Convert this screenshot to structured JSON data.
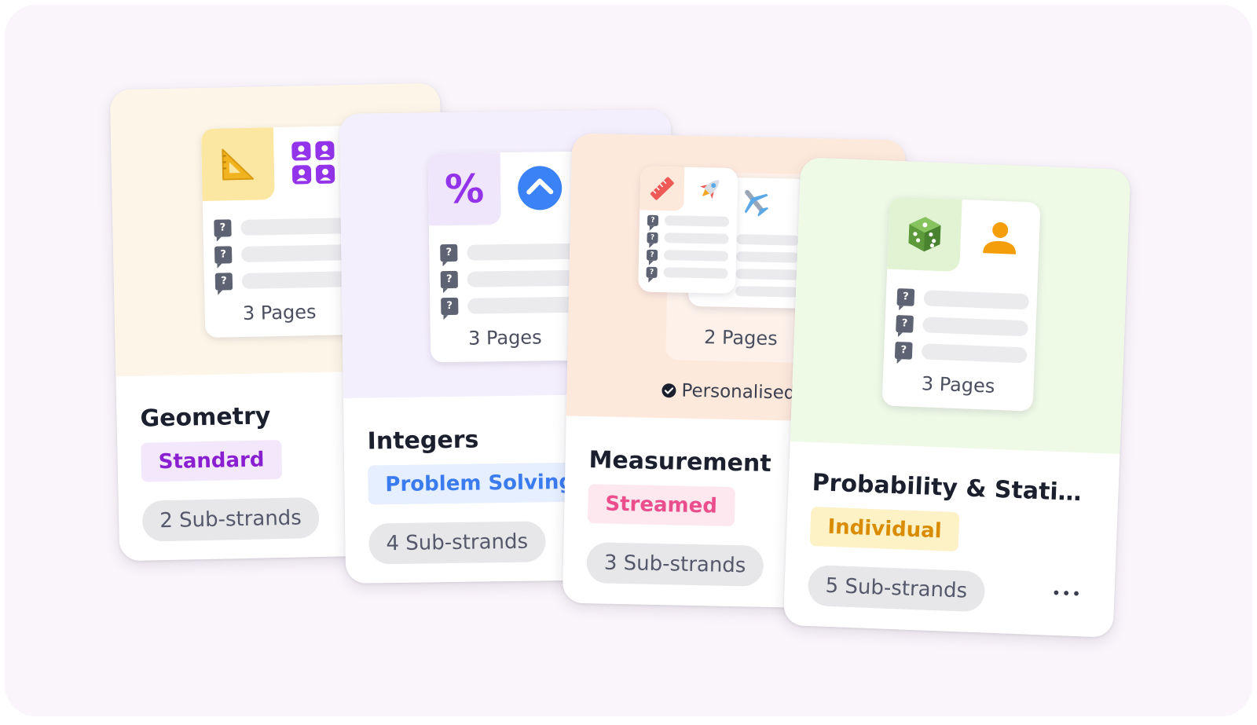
{
  "cards": [
    {
      "title": "Geometry",
      "tag": "Standard",
      "sub_strands": "2 Sub-strands",
      "pages": "3 Pages",
      "icons": [
        "set-square-icon",
        "group-icon"
      ]
    },
    {
      "title": "Integers",
      "tag": "Problem Solving",
      "sub_strands": "4 Sub-strands",
      "pages": "3 Pages",
      "icons": [
        "percent-icon",
        "chevron-up-icon"
      ]
    },
    {
      "title": "Measurement",
      "tag": "Streamed",
      "sub_strands": "3 Sub-strands",
      "pages": "2 Pages",
      "status": "Personalised",
      "icons": [
        "ruler-icon",
        "rocket-icon",
        "airplane-icon",
        "star-icon",
        "check-circle-icon"
      ]
    },
    {
      "title": "Probability & Statistics",
      "tag": "Individual",
      "sub_strands": "5 Sub-strands",
      "pages": "3 Pages",
      "more": "•••",
      "icons": [
        "dice-icon",
        "person-icon",
        "more-icon"
      ]
    }
  ],
  "question_mark": "?",
  "colors": {
    "geometry_bg": "#fdf6e8",
    "integers_bg": "#f4effd",
    "measurement_bg": "#fde9dc",
    "probability_bg": "#eef9e6",
    "standard_tag_bg": "#f3e8fb",
    "standard_tag_text": "#8a1fd1",
    "problem_tag_bg": "#e6efff",
    "problem_tag_text": "#3b7bf0",
    "streamed_tag_bg": "#fde8ef",
    "streamed_tag_text": "#ea4e8c",
    "individual_tag_bg": "#fdf1c6",
    "individual_tag_text": "#d98c00"
  }
}
